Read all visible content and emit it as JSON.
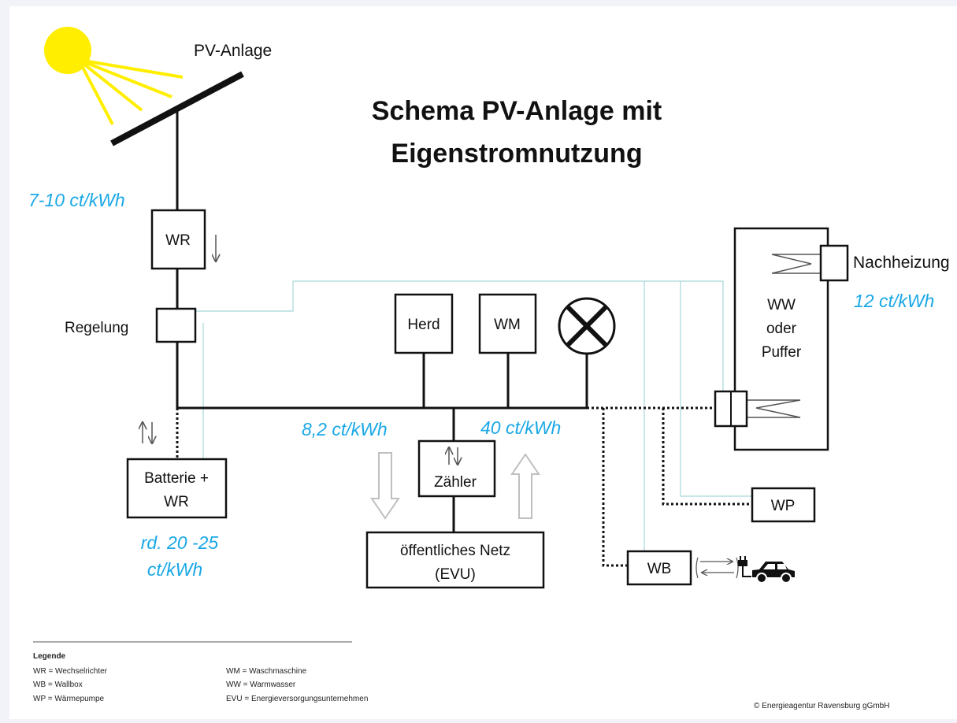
{
  "title": {
    "line1": "Schema PV-Anlage mit",
    "line2": "Eigenstromnutzung"
  },
  "labels": {
    "pv_anlage": "PV-Anlage",
    "regelung": "Regelung",
    "nachheizung": "Nachheizung"
  },
  "boxes": {
    "wr": "WR",
    "herd": "Herd",
    "wm": "WM",
    "batterie_line1": "Batterie +",
    "batterie_line2": "WR",
    "zaehler": "Zähler",
    "netz_line1": "öffentliches Netz",
    "netz_line2": "(EVU)",
    "ww_line1": "WW",
    "ww_line2": "oder",
    "ww_line3": "Puffer",
    "wp": "WP",
    "wb": "WB"
  },
  "prices": {
    "pv": "7-10 ct/kWh",
    "netz_einspeisung": "8,2 ct/kWh",
    "netz_bezug": "40 ct/kWh",
    "batterie_line1": "rd. 20 -25",
    "batterie_line2": "ct/kWh",
    "nachheizung": "12 ct/kWh"
  },
  "legend": {
    "heading": "Legende",
    "col1": [
      "WR = Wechselrichter",
      "WB = Wallbox",
      "WP = Wärmepumpe"
    ],
    "col2": [
      "WM = Waschmaschine",
      "WW = Warmwasser",
      "EVU = Energieversorgungsunternehmen"
    ]
  },
  "copyright": "© Energieagentur Ravensburg gGmbH",
  "colors": {
    "sun": "#ffee00",
    "price_text": "#1aa8e6",
    "control_line": "#a8d8d8",
    "flow_arrow": "#bfbfbf"
  },
  "icons": [
    "sun-icon",
    "lamp-icon",
    "car-icon",
    "charging-plug-icon"
  ]
}
